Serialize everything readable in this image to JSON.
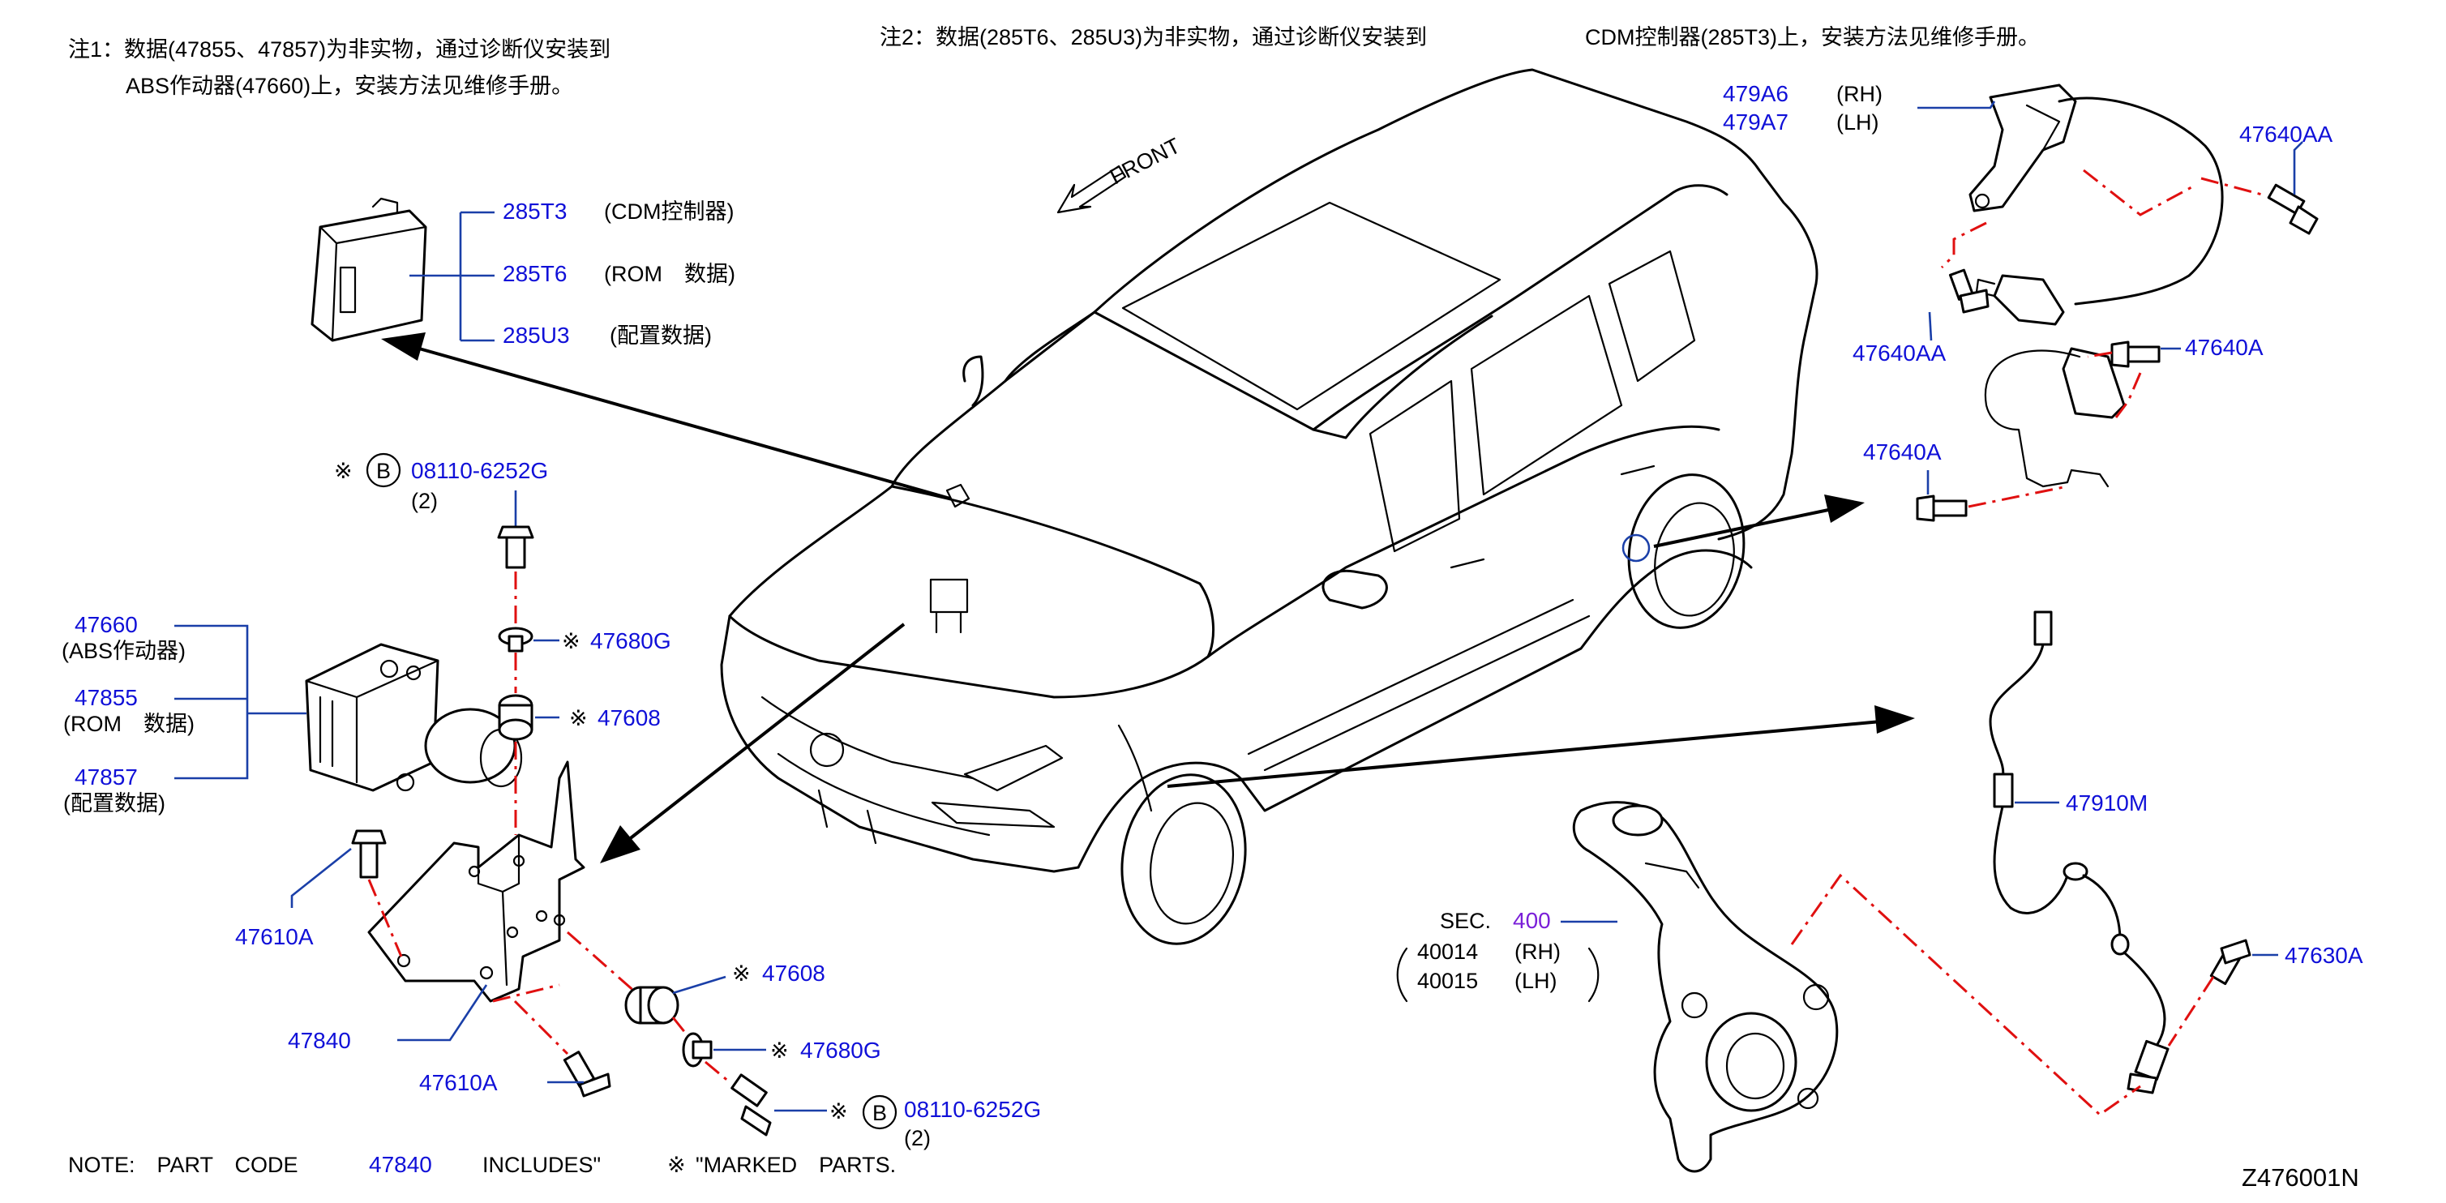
{
  "notes": {
    "note1_line1": "注1：数据(47855、47857)为非实物，通过诊断仪安装到",
    "note1_line2": "ABS作动器(47660)上，安装方法见维修手册。",
    "note2_a": "注2：数据(285T6、285U3)为非实物，通过诊断仪安装到",
    "note2_b": "CDM控制器(285T3)上，安装方法见维修手册。"
  },
  "front_label": "FRONT",
  "cdm": {
    "p1_code": "285T3",
    "p1_desc": "(CDM控制器)",
    "p2_code": "285T6",
    "p2_desc": "(ROM　数据)",
    "p3_code": "285U3",
    "p3_desc": "(配置数据)"
  },
  "abs": {
    "p1_code": "47660",
    "p1_desc": "(ABS作动器)",
    "p2_code": "47855",
    "p2_desc": "(ROM　数据)",
    "p3_code": "47857",
    "p3_desc": "(配置数据)"
  },
  "hw": {
    "mark": "※",
    "circle_b": "B",
    "bolt_top_code": "08110-6252G",
    "bolt_top_qty": "(2)",
    "grommet_top_code": "47680G",
    "bush_top_code": "47608",
    "bolt_left_code": "47610A",
    "bracket_code": "47840",
    "bolt_bottom_code": "47610A",
    "bush_bottom_code": "47608",
    "grommet_bottom_code": "47680G",
    "bolt_bottom2_code": "08110-6252G",
    "bolt_bottom2_qty": "(2)"
  },
  "front_sensor": {
    "rh_code": "479A6",
    "rh_desc": "(RH)",
    "lh_code": "479A7",
    "lh_desc": "(LH)",
    "bolt_aa_1": "47640AA",
    "bolt_aa_2": "47640AA",
    "bolt_a_1": "47640A",
    "bolt_a_2": "47640A"
  },
  "rear_sensor": {
    "harness_code": "47910M",
    "bolt_code": "47630A"
  },
  "knuckle": {
    "sec_label": "SEC.",
    "sec_code": "400",
    "rh_code": "40014",
    "rh_desc": "(RH)",
    "lh_code": "40015",
    "lh_desc": "(LH)"
  },
  "footer": {
    "note_prefix": "NOTE:　PART　CODE",
    "note_code": "47840",
    "note_mid": "INCLUDES\"",
    "note_mark": "※",
    "note_suffix": "\"MARKED　PARTS.",
    "diagram_id": "Z476001N"
  }
}
